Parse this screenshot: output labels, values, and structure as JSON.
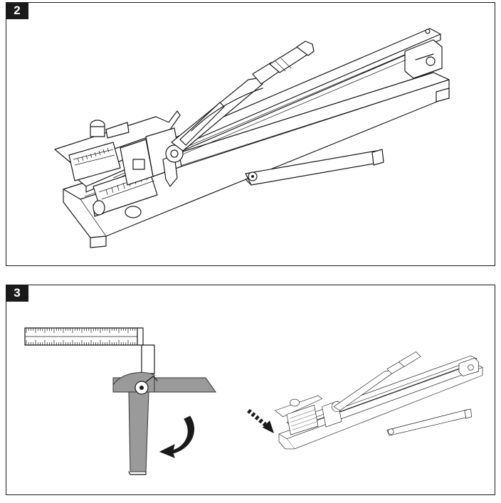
{
  "figures": [
    {
      "number": "2"
    },
    {
      "number": "3"
    }
  ],
  "colors": {
    "line": "#1a1a1a",
    "shade": "#9a9a9a",
    "background": "#ffffff"
  },
  "icons": [
    "tile-cutter-illustration",
    "ruler-illustration",
    "rotate-arrow-icon",
    "direction-arrow-icon"
  ]
}
